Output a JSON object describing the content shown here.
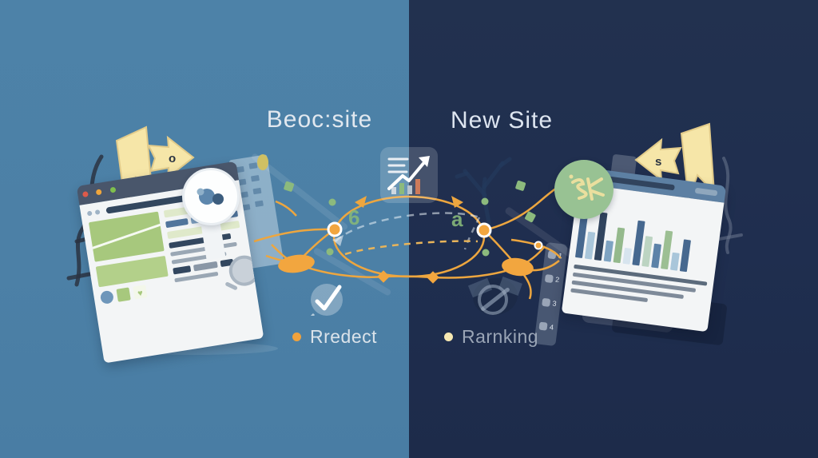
{
  "header": {
    "old_site_title": "Beoc:site",
    "new_site_title": "New Site"
  },
  "legend": {
    "redirect": {
      "label": "Rredect",
      "dot_color": "#F0A23C"
    },
    "ranking": {
      "label": "Rarnking",
      "dot_color": "#F6E8B2"
    }
  },
  "glyphs": {
    "old_site_arrow_letter": "o",
    "new_site_arrow_letter": "s",
    "orbit_left_letter": "6",
    "orbit_right_letter": "a",
    "strip_numbers": [
      "1",
      "2",
      "3",
      "4"
    ]
  },
  "colors": {
    "left_background": "#4C80A6",
    "right_background": "#1F2E4F",
    "accent_orange": "#F2A63F",
    "accent_pale_yellow": "#F6E6A8",
    "accent_green": "#8CBA7D"
  }
}
